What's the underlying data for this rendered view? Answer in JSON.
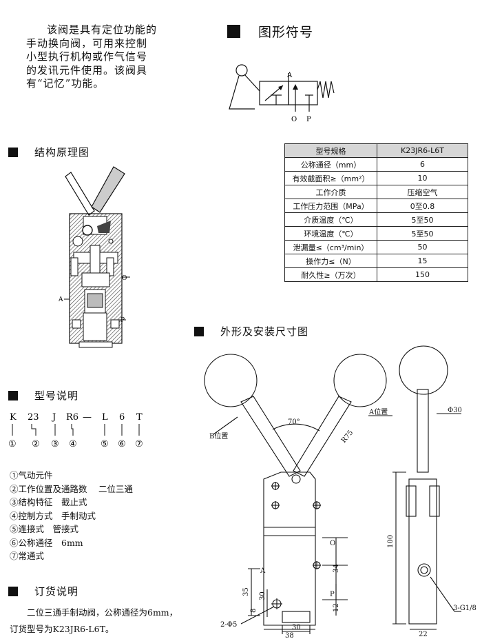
{
  "intro": "该阀是具有定位功能的手动换向阀，可用来控制小型执行机构或作气信号的发讯元件使用。该阀具有“记忆”功能。",
  "sections": {
    "symbol": "图形符号",
    "structure": "结构原理图",
    "model": "型号说明",
    "order": "订货说明",
    "dimensions": "外形及安装尺寸图"
  },
  "symbol_labels": {
    "a": "A",
    "o": "O",
    "p": "P"
  },
  "spec_table": {
    "headers": [
      "型号规格",
      "K23JR6-L6T"
    ],
    "rows": [
      {
        "label": "公称通径（mm）",
        "value": "6"
      },
      {
        "label": "有效截面积≥（mm²）",
        "value": "10"
      },
      {
        "label": "工作介质",
        "value": "压缩空气"
      },
      {
        "label": "工作压力范围（MPa）",
        "value": "0至0.8"
      },
      {
        "label": "介质温度（℃）",
        "value": "5至50"
      },
      {
        "label": "环境温度（℃）",
        "value": "5至50"
      },
      {
        "label": "泄漏量≤（cm³/min）",
        "value": "50"
      },
      {
        "label": "操作力≤（N）",
        "value": "15"
      },
      {
        "label": "耐久性≥（万次）",
        "value": "150"
      }
    ]
  },
  "structure_labels": {
    "o": "O",
    "a": "A",
    "p": "P"
  },
  "model_code": {
    "parts": [
      "K",
      "23",
      "J",
      "R6",
      "—",
      "L",
      "6",
      "T"
    ],
    "markers": [
      "①",
      "②",
      "③",
      "④",
      "⑤",
      "⑥",
      "⑦"
    ]
  },
  "model_legend": [
    "①气动元件",
    "②工作位置及通路数　 二位三通",
    "③结构特征　截止式",
    "④控制方式　手制动式",
    "⑤连接式　管接式",
    "⑥公称通径　6mm",
    "⑦常通式"
  ],
  "order_text": "二位三通手制动阀，公称通径为6mm，订货型号为K23JR6-L6T。",
  "dimension_labels": {
    "b_position": "B位置",
    "a_position": "A位置",
    "angle": "70°",
    "radius": "R75",
    "phi30": "Φ30",
    "port_o": "O",
    "port_a": "A",
    "port_p": "P",
    "d34": "34",
    "d12": "12",
    "d35": "35",
    "d30v": "30",
    "d8": "8",
    "d30h": "30",
    "d38": "38",
    "holes": "2-Φ5",
    "d100": "100",
    "thread": "3-G1/8",
    "d22": "22"
  }
}
